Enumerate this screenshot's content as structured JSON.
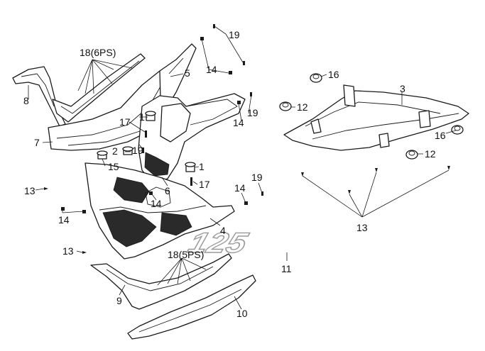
{
  "callouts": {
    "c1a": "1",
    "c1b": "1",
    "c2": "2",
    "c3": "3",
    "c4": "4",
    "c5": "5",
    "c6": "6",
    "c7": "7",
    "c8": "8",
    "c9": "9",
    "c10": "10",
    "c11": "11",
    "c12a": "12",
    "c12b": "12",
    "c13a": "13",
    "c13b": "13",
    "c13c": "13",
    "c14a": "14",
    "c14b": "14",
    "c14c": "14",
    "c14d": "14",
    "c14e": "14",
    "c15": "15",
    "c16a": "16",
    "c16b": "16",
    "c17a": "17",
    "c17b": "17",
    "c18a": "18(6PS)",
    "c18b": "18(5PS)",
    "c19a": "19",
    "c19b": "19",
    "c19c": "19",
    "c19d": "19"
  },
  "badge_text": "125"
}
